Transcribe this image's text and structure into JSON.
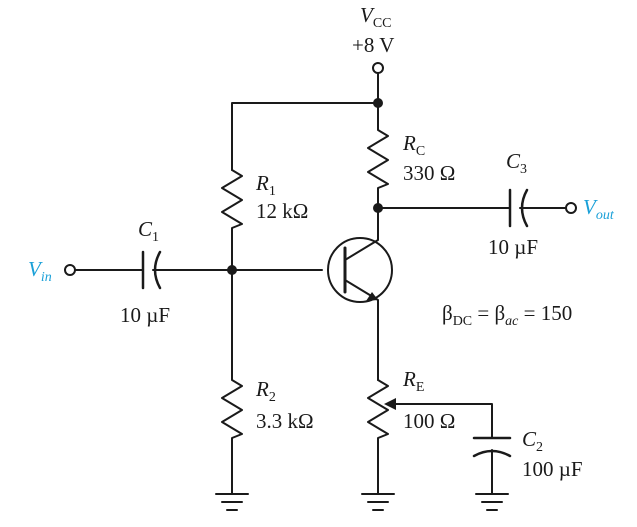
{
  "supply": {
    "name": "V",
    "sub": "CC",
    "value": "+8 V"
  },
  "r1": {
    "name": "R",
    "sub": "1",
    "value": "12 kΩ"
  },
  "r2": {
    "name": "R",
    "sub": "2",
    "value": "3.3 kΩ"
  },
  "rc": {
    "name": "R",
    "sub": "C",
    "value": "330 Ω"
  },
  "re": {
    "name": "R",
    "sub": "E",
    "value": "100 Ω"
  },
  "c1": {
    "name": "C",
    "sub": "1",
    "value": "10 µF"
  },
  "c2": {
    "name": "C",
    "sub": "2",
    "value": "100 µF"
  },
  "c3": {
    "name": "C",
    "sub": "3",
    "value": "10 µF"
  },
  "vin": {
    "name": "V",
    "sub": "in"
  },
  "vout": {
    "name": "V",
    "sub": "out"
  },
  "beta": {
    "b1": "β",
    "s1": "DC",
    "mid": " = β",
    "s2": "ac",
    "end": " = 150"
  },
  "colors": {
    "ink": "#1a1a1a",
    "signal": "#1aa0d8"
  }
}
